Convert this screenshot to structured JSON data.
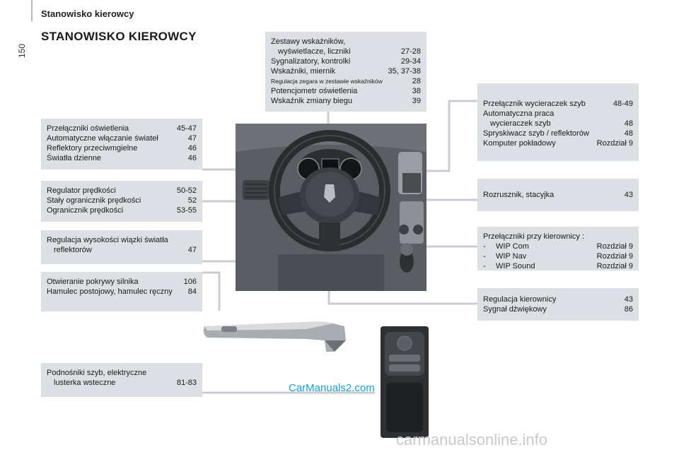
{
  "header": {
    "section": "Stanowisko kierowcy",
    "page_number": "150"
  },
  "title": "STANOWISKO KIEROWCY",
  "boxes": {
    "indicators": {
      "line1": "Zestawy wskaźników,",
      "rows": [
        {
          "label": "wyświetlacze, liczniki",
          "ref": "27-28"
        },
        {
          "label": "Sygnalizatory, kontrolki",
          "ref": "29-34"
        },
        {
          "label": "Wskaźniki, miernik",
          "ref": "35, 37-38"
        },
        {
          "label": "Regulacja zegara w zestawie wskaźników",
          "ref": "28"
        },
        {
          "label": "Potencjometr oświetlenia",
          "ref": "38"
        },
        {
          "label": "Wskaźnik zmiany biegu",
          "ref": "39"
        }
      ]
    },
    "lighting": {
      "rows": [
        {
          "label": "Przełączniki oświetlenia",
          "ref": "45-47"
        },
        {
          "label": "Automatyczne włączanie świateł",
          "ref": "47"
        },
        {
          "label": "Reflektory przeciwmgielne",
          "ref": "46"
        },
        {
          "label": "Światła dzienne",
          "ref": "46"
        }
      ]
    },
    "speed": {
      "rows": [
        {
          "label": "Regulator prędkości",
          "ref": "50-52"
        },
        {
          "label": "Stały ogranicznik prędkości",
          "ref": "52"
        },
        {
          "label": "Ogranicznik prędkości",
          "ref": "53-55"
        }
      ]
    },
    "headlamp": {
      "line1": "Regulacja wysokości wiązki światła",
      "row": {
        "label": "reflektorów",
        "ref": "47"
      }
    },
    "bonnet": {
      "rows": [
        {
          "label": "Otwieranie pokrywy silnika",
          "ref": "106"
        },
        {
          "label": "Hamulec postojowy, hamulec ręczny",
          "ref": "84"
        }
      ]
    },
    "windows": {
      "line1": "Podnośniki szyb, elektryczne",
      "row": {
        "label": "lusterka wsteczne",
        "ref": "81-83"
      }
    },
    "wipers": {
      "rows": [
        {
          "label": "Przełącznik wycieraczek szyb",
          "ref": "48-49"
        }
      ],
      "line2": "Automatyczna praca",
      "rows2": [
        {
          "label": "wycieraczek szyb",
          "ref": "48"
        },
        {
          "label": "Spryskiwacz szyb / reflektorów",
          "ref": "48"
        },
        {
          "label": "Komputer pokładowy",
          "ref": "Rozdział 9"
        }
      ]
    },
    "ignition": {
      "row": {
        "label": "Rozrusznik, stacyjka",
        "ref": "43"
      }
    },
    "wheel_switches": {
      "line1": "Przełączniki przy kierownicy :",
      "rows": [
        {
          "dash": "-",
          "label": "WIP Com",
          "ref": "Rozdział 9"
        },
        {
          "dash": "-",
          "label": "WIP Nav",
          "ref": "Rozdział 9"
        },
        {
          "dash": "-",
          "label": "WIP Sound",
          "ref": "Rozdział 9"
        }
      ]
    },
    "steering": {
      "rows": [
        {
          "label": "Regulacja kierownicy",
          "ref": "43"
        },
        {
          "label": "Sygnał dźwiękowy",
          "ref": "86"
        }
      ]
    }
  },
  "watermarks": {
    "carmanuals": "CarManuals2.com",
    "online": "carmanualsonline.info"
  },
  "colors": {
    "box_bg": "#dcdfe3",
    "connector": "#c8ccd2",
    "photo": "#5e6166"
  }
}
